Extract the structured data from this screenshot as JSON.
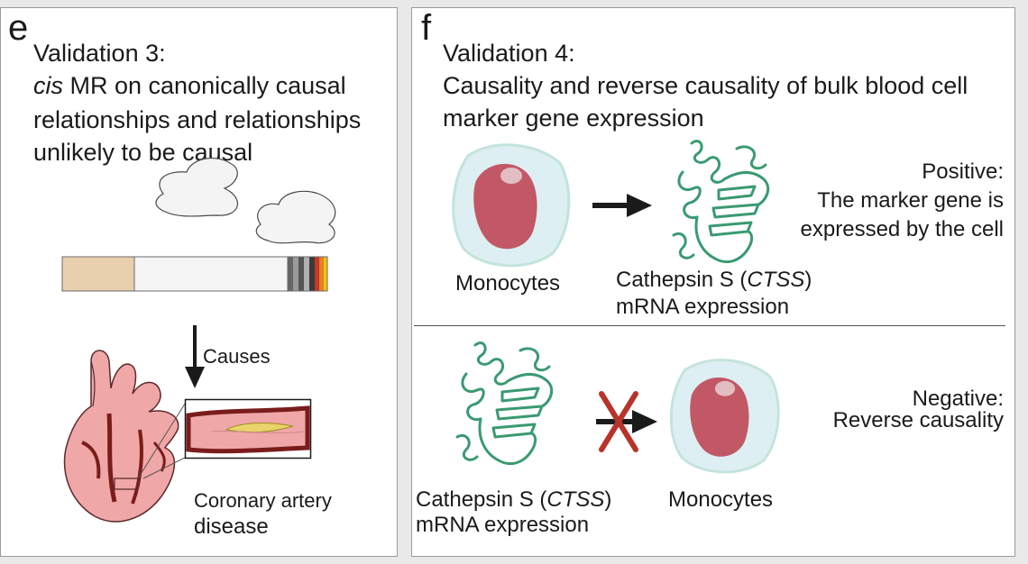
{
  "panel_e": {
    "label": "e",
    "title": "Validation 3:",
    "subtitle_italic": "cis",
    "subtitle_rest": " MR on canonically causal",
    "subtitle_line2": "relationships and relationships",
    "subtitle_line3": "unlikely to be causal",
    "arrow_label": "Causes",
    "disease_line1": "Coronary artery",
    "disease_line2": "disease"
  },
  "panel_f": {
    "label": "f",
    "title": "Validation 4:",
    "subtitle_line1": "Causality and reverse causality of bulk blood cell",
    "subtitle_line2": "marker gene expression",
    "positive": {
      "heading": "Positive:",
      "line1": "The marker gene is",
      "line2": "expressed by the cell",
      "cell_label": "Monocytes",
      "gene_label_pre": "Cathepsin S (",
      "gene_label_italic": "CTSS",
      "gene_label_post": ")",
      "gene_label_line2": "mRNA expression"
    },
    "negative": {
      "heading": "Negative:",
      "line1": "Reverse causality",
      "cell_label": "Monocytes",
      "gene_label_pre": "Cathepsin S (",
      "gene_label_italic": "CTSS",
      "gene_label_post": ")",
      "gene_label_line2": "mRNA expression"
    }
  },
  "colors": {
    "nucleus": "#c25865",
    "cell_body": "#dceff2",
    "protein": "#3a9a72",
    "cross": "#b8332b",
    "heart": "#f0a7a7",
    "vessel": "#7a1c1c",
    "plaque": "#e8d46a",
    "filter": "#e8cfae"
  },
  "icons": {
    "smoke": "smoke-icon",
    "cigarette": "cigarette-icon",
    "heart": "heart-icon",
    "artery": "artery-cross-section-icon",
    "monocyte": "monocyte-cell-icon",
    "protein": "protein-structure-icon",
    "cross": "cross-mark-icon"
  }
}
